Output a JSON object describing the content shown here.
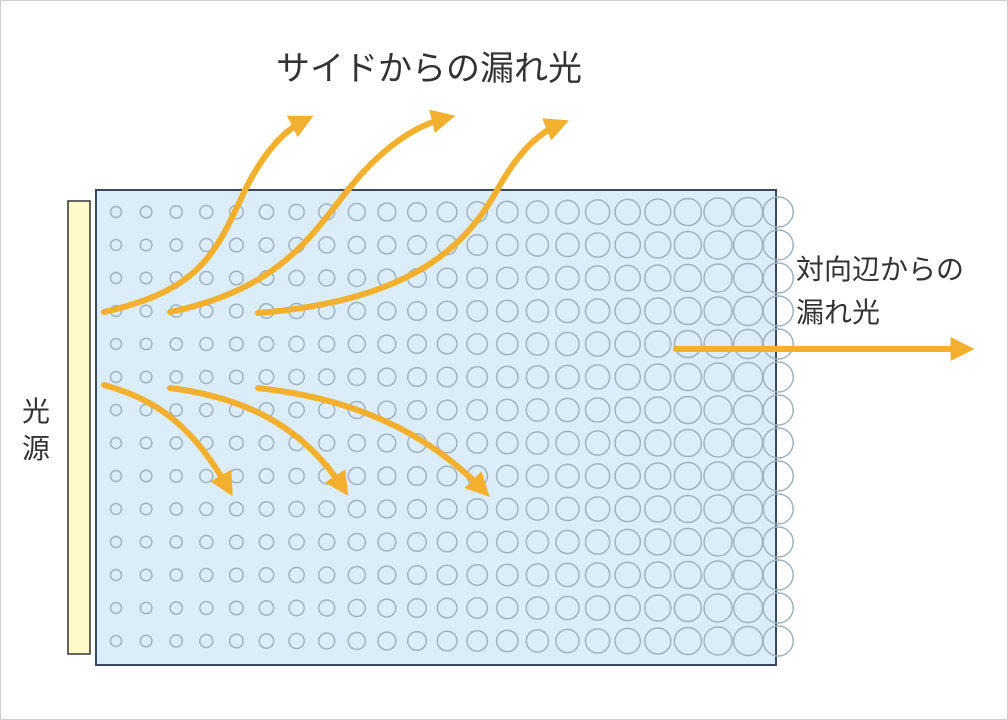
{
  "labels": {
    "side_leak": "サイドからの漏れ光",
    "opposite_leak_line1": "対向辺からの",
    "opposite_leak_line2": "漏れ光",
    "light_source_line1": "光",
    "light_source_line2": "源"
  },
  "colors": {
    "panel_fill": "#dcedfa",
    "panel_stroke": "#3a4a5c",
    "dot_stroke": "#9fb3bf",
    "arrow": "#f2b02e",
    "source_fill": "#fdf9c8",
    "source_stroke": "#333333",
    "text": "#333333"
  },
  "dot_grid": {
    "columns": 23,
    "rows": 14
  }
}
